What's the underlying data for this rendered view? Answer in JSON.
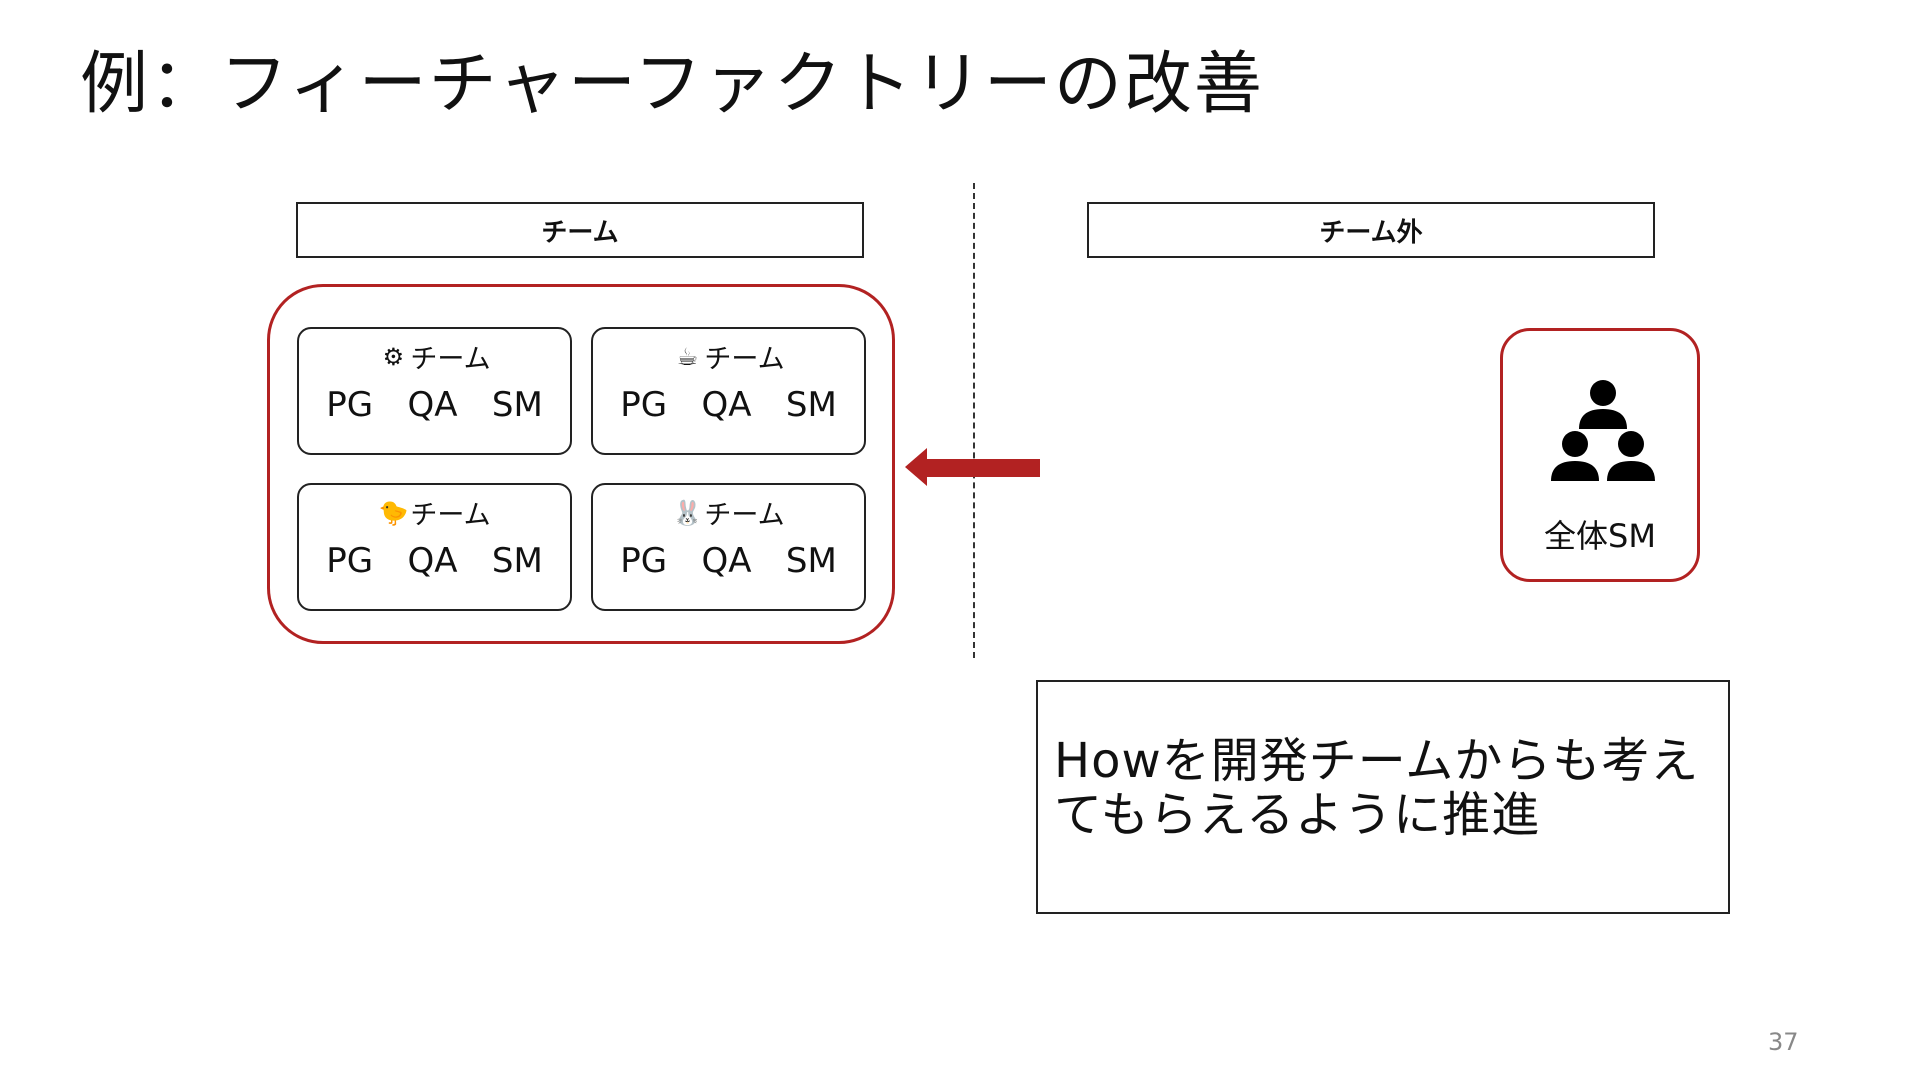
{
  "slide": {
    "title": "例：フィーチャーファクトリーの改善",
    "page_number": "37"
  },
  "left_header": "チーム",
  "right_header": "チーム外",
  "teams": [
    {
      "icon": "gear-icon",
      "glyph": "⚙",
      "name": "チーム",
      "roles": [
        "PG",
        "QA",
        "SM"
      ]
    },
    {
      "icon": "coffee-cup-icon",
      "glyph": "☕",
      "name": "チーム",
      "roles": [
        "PG",
        "QA",
        "SM"
      ]
    },
    {
      "icon": "chick-icon",
      "glyph": "🐤",
      "name": "チーム",
      "roles": [
        "PG",
        "QA",
        "SM"
      ]
    },
    {
      "icon": "rabbit-icon",
      "glyph": "🐰",
      "name": "チーム",
      "roles": [
        "PG",
        "QA",
        "SM"
      ]
    }
  ],
  "overall_sm": {
    "icon": "people-hierarchy-icon",
    "label": "全体SM"
  },
  "note": "Howを開発チームからも考えてもらえるように推進",
  "colors": {
    "accent_red": "#b22222",
    "border": "#222222"
  }
}
